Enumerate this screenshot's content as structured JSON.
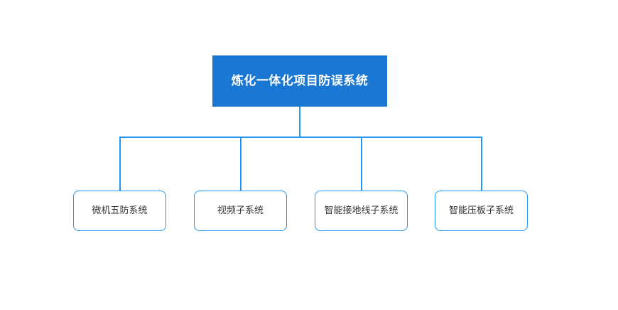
{
  "diagram": {
    "type": "org-chart",
    "orientation": "top-down",
    "colors": {
      "root_fill": "#1a77d4",
      "root_text": "#ffffff",
      "connector": "#2196f3",
      "child_border": "#2196f3",
      "child_fill": "#ffffff",
      "child_text": "#333333",
      "background": "#ffffff"
    },
    "root": {
      "label": "炼化一体化项目防误系统"
    },
    "children": [
      {
        "label": "微机五防系统"
      },
      {
        "label": "视频子系统"
      },
      {
        "label": "智能接地线子系统"
      },
      {
        "label": "智能压板子系统"
      }
    ]
  }
}
